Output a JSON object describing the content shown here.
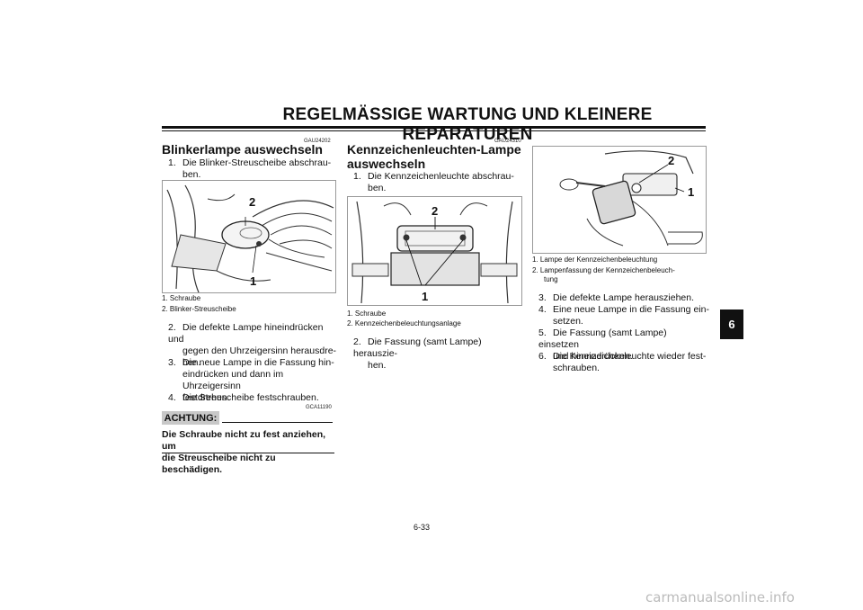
{
  "header": {
    "title": "REGELMÄSSIGE WARTUNG UND KLEINERE REPARATUREN"
  },
  "chapter_tab": "6",
  "left": {
    "code": "GAU24202",
    "title": "Blinkerlampe auswechseln",
    "step1": {
      "num": "1.",
      "line1": "Die Blinker-Streuscheibe abschrau-",
      "line2": "ben."
    },
    "figure_callouts": [
      "2",
      "1"
    ],
    "captions": [
      "1. Schraube",
      "2. Blinker-Streuscheibe"
    ],
    "step2": {
      "num": "2.",
      "lines": [
        "Die defekte Lampe hineindrücken und",
        "gegen den Uhrzeigersinn herausdre-",
        "hen."
      ]
    },
    "step3": {
      "num": "3.",
      "lines": [
        "Die neue Lampe in die Fassung hin-",
        "eindrücken und dann im Uhrzeigersinn",
        "festdrehen."
      ]
    },
    "step4": {
      "num": "4.",
      "lines": [
        "Die Streuscheibe festschrauben."
      ]
    },
    "caution_code": "GCA11190",
    "caution_label": "ACHTUNG:",
    "caution_text_1": "Die Schraube nicht zu fest anziehen, um",
    "caution_text_2": "die Streuscheibe nicht zu beschädigen."
  },
  "middle": {
    "code": "GAU24310",
    "title_1": "Kennzeichenleuchten-Lampe",
    "title_2": "auswechseln",
    "step1": {
      "num": "1.",
      "line1": "Die Kennzeichenleuchte abschrau-",
      "line2": "ben."
    },
    "figure_callouts": [
      "2",
      "1"
    ],
    "captions": [
      "1. Schraube",
      "2. Kennzeichenbeleuchtungsanlage"
    ],
    "step2": {
      "num": "2.",
      "lines": [
        "Die Fassung (samt Lampe) herauszie-",
        "hen."
      ]
    }
  },
  "right": {
    "figure_callouts": [
      "2",
      "1"
    ],
    "captions": [
      "1. Lampe der Kennzeichenbeleuchtung",
      "2. Lampenfassung der Kennzeichenbeleuch-",
      "tung"
    ],
    "step3": {
      "num": "3.",
      "lines": [
        "Die defekte Lampe herausziehen."
      ]
    },
    "step4": {
      "num": "4.",
      "lines": [
        "Eine neue Lampe in die Fassung ein-",
        "setzen."
      ]
    },
    "step5": {
      "num": "5.",
      "lines": [
        "Die Fassung (samt Lampe) einsetzen",
        "und hineindrücken."
      ]
    },
    "step6": {
      "num": "6.",
      "lines": [
        "Die Kennzeichenleuchte wieder fest-",
        "schrauben."
      ]
    }
  },
  "page_number": "6-33",
  "watermark": "carmanualsonline.info"
}
